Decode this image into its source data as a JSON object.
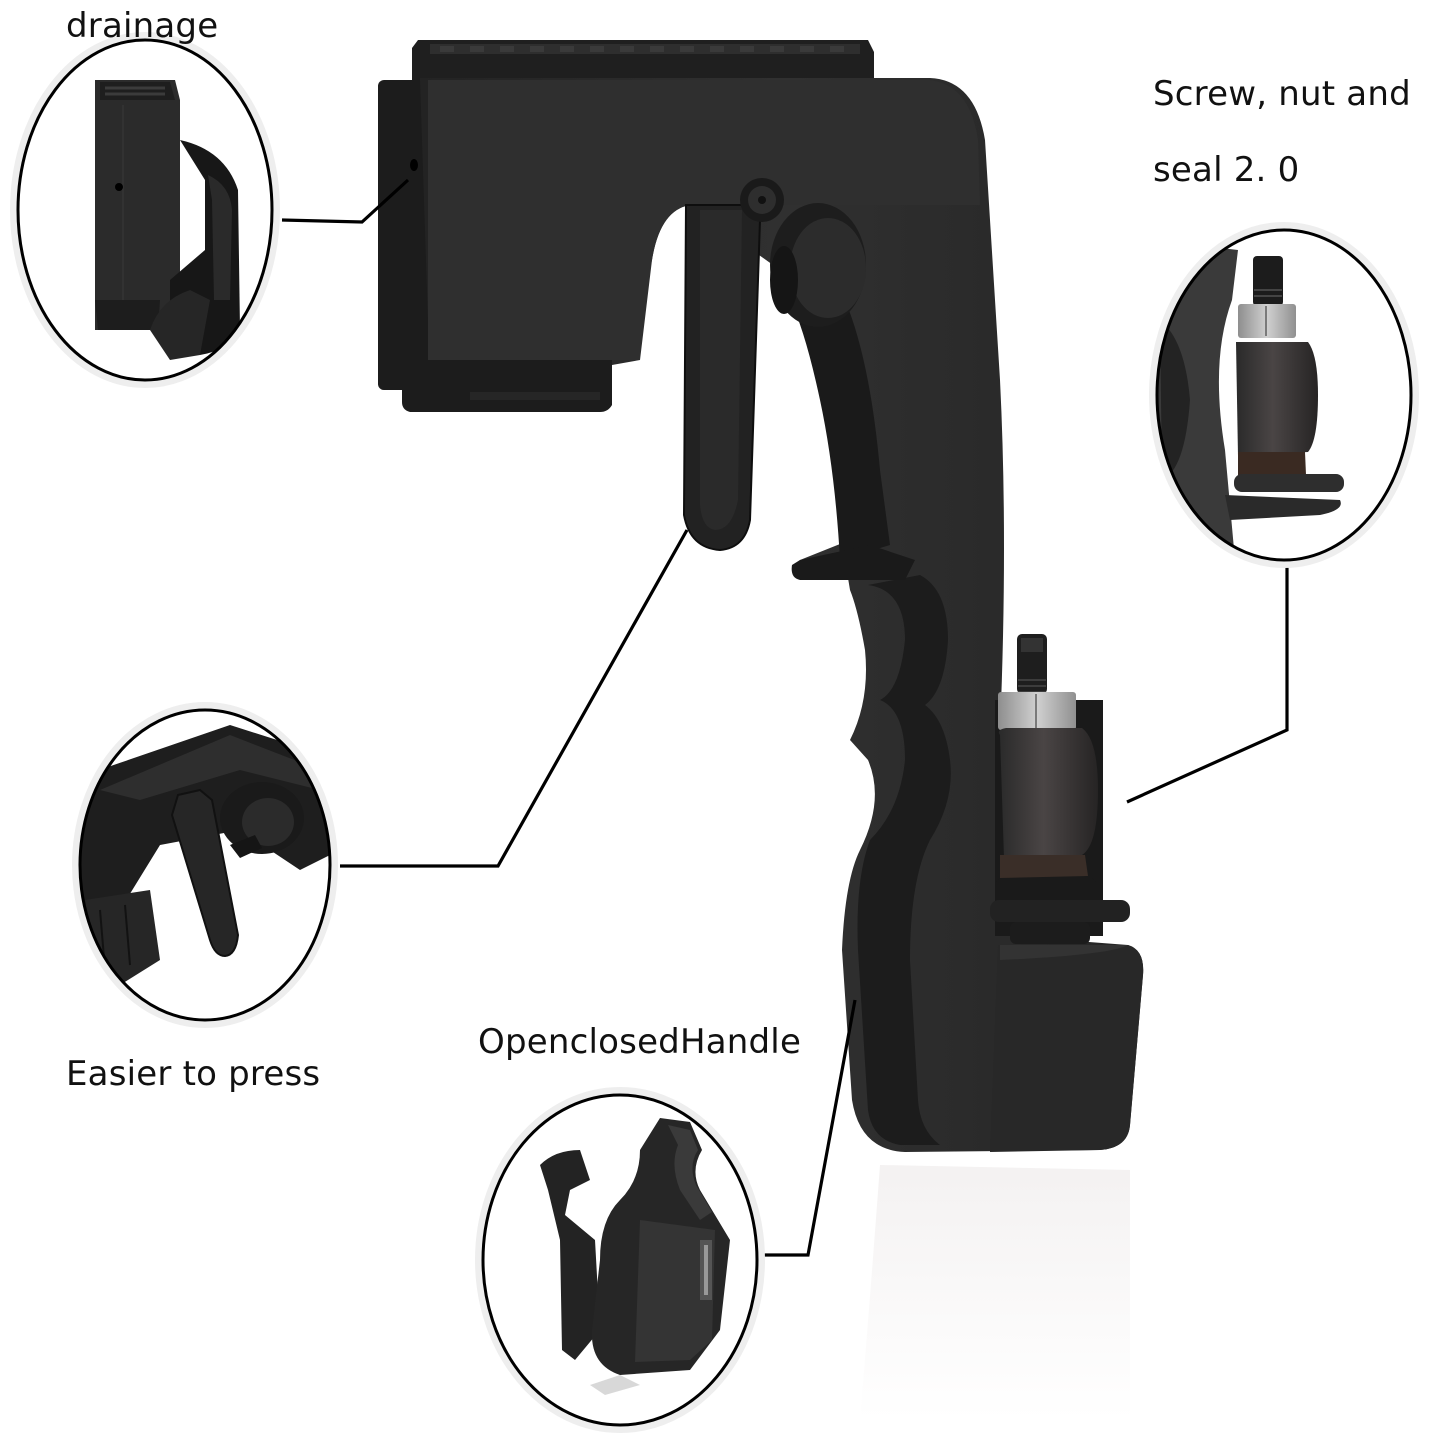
{
  "infographic": {
    "subject": "Black trigger-style handle / press tool with nut-and-seal valve",
    "colors": {
      "background": "#ffffff",
      "product_body": "#2c2c2c",
      "product_shadow": "#1a1a1a",
      "metal_nut": "#b8b8b8",
      "leader_line": "#000000",
      "label_text": "#111111"
    },
    "callouts": [
      {
        "id": "drainage",
        "label": "drainage"
      },
      {
        "id": "screw-nut-seal",
        "label_line1": "Screw, nut and",
        "label_line2": "seal 2. 0"
      },
      {
        "id": "easier-to-press",
        "label": "Easier to press"
      },
      {
        "id": "open-closed-handle",
        "label": "OpenclosedHandle"
      }
    ]
  }
}
